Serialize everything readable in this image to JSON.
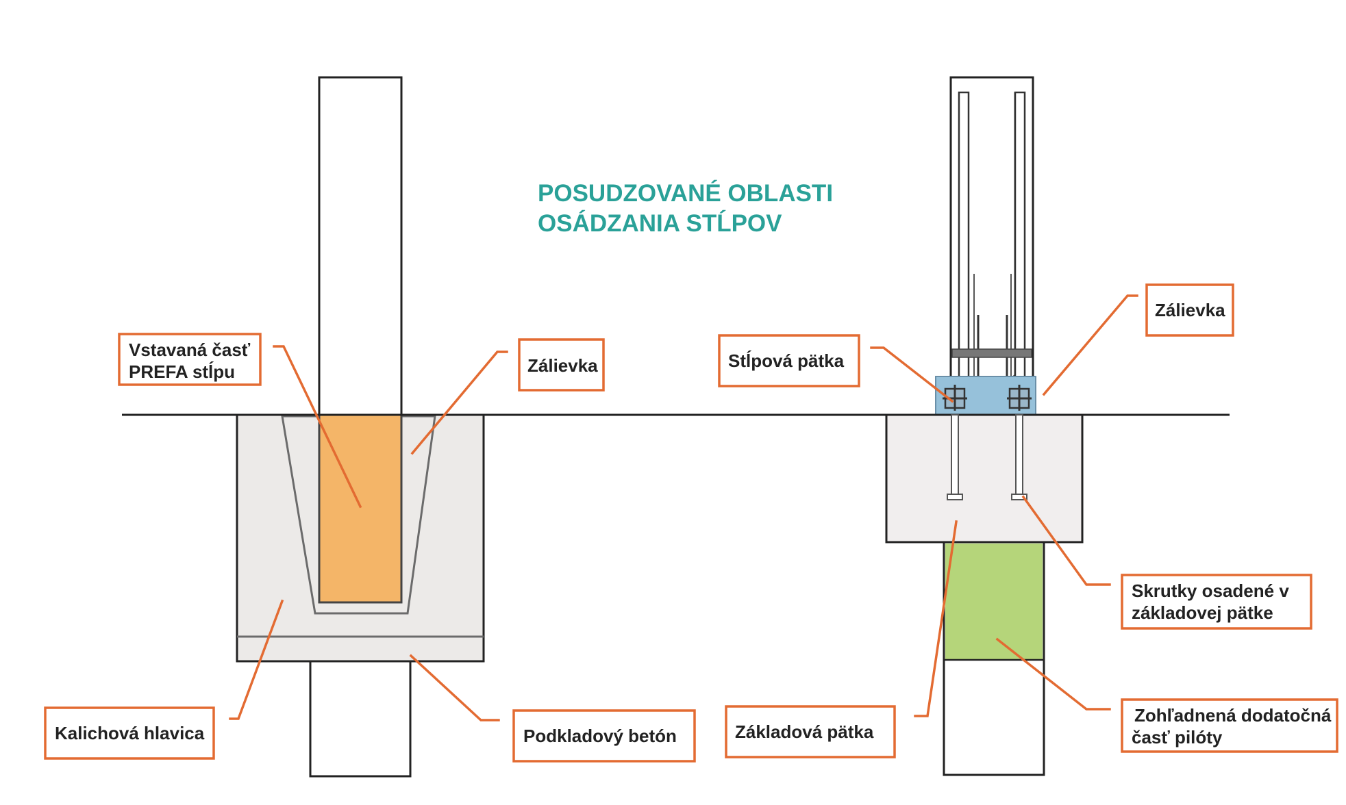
{
  "title": {
    "line1": "POSUDZOVANÉ OBLASTI",
    "line2": "OSÁDZANIA STĹPOV"
  },
  "labels": {
    "embedded_part": {
      "line1": "Vstavaná časť",
      "line2": "PREFA stĺpu"
    },
    "grout_left": "Zálievka",
    "grout_right": "Zálievka",
    "column_base": "Stĺpová pätka",
    "socket_head": "Kalichová hlavica",
    "lean_concrete": "Podkladový betón",
    "bolts": {
      "line1": "Skrutky osadené v",
      "line2": "základovej pätke"
    },
    "footing": "Základová pätka",
    "pile_part": {
      "line1": "Zohľadnená dodatočná",
      "line2": "časť pilóty"
    }
  },
  "colors": {
    "title": "#2aa198",
    "callout": "#e36b32",
    "embedded_part_fill": "#f4b568",
    "base_plate_fill": "#96c1da",
    "pile_part_fill": "#b5d57a",
    "concrete_fill": "#eceae8",
    "footing_fill": "#f1eeee"
  }
}
